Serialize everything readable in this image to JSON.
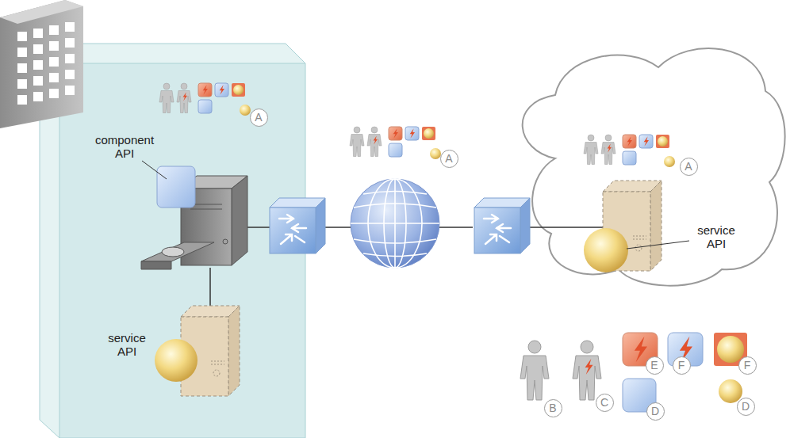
{
  "diagram": {
    "nodes": [
      {
        "text": [
          "A"
        ]
      },
      {
        "text": [
          "A"
        ]
      },
      {
        "text": [
          "A"
        ]
      },
      {
        "text": [
          "E"
        ]
      },
      {
        "text": [
          "F"
        ]
      },
      {
        "text": [
          "F"
        ]
      },
      {
        "text": [
          "B"
        ]
      },
      {
        "text": [
          "C"
        ]
      },
      {
        "text": [
          "D"
        ]
      },
      {
        "text": [
          "D"
        ]
      }
    ],
    "labels": [
      "component API",
      "service API",
      "service API"
    ]
  }
}
